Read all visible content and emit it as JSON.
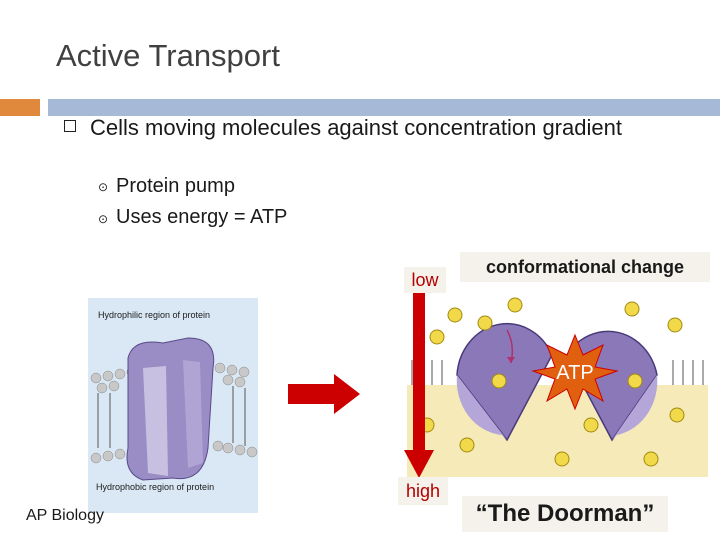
{
  "slide": {
    "title": "Active Transport",
    "bullet": "Cells moving molecules against concentration gradient",
    "sub_bullets": [
      "Protein pump",
      "Uses energy = ATP"
    ],
    "footer": "AP Biology"
  },
  "left_figure": {
    "label_top": "Hydrophilic region of protein",
    "label_bottom": "Hydrophobic region of protein"
  },
  "right_figure": {
    "caption_top": "conformational change",
    "gradient_low": "low",
    "gradient_high": "high",
    "atp_label": "ATP",
    "caption_bottom": "“The Doorman”"
  },
  "colors": {
    "accent": "#e0893c",
    "rule": "#a6b9d6",
    "arrow_red": "#cc0000",
    "protein_purple": "#8a78b8",
    "atp_orange": "#e06010"
  }
}
